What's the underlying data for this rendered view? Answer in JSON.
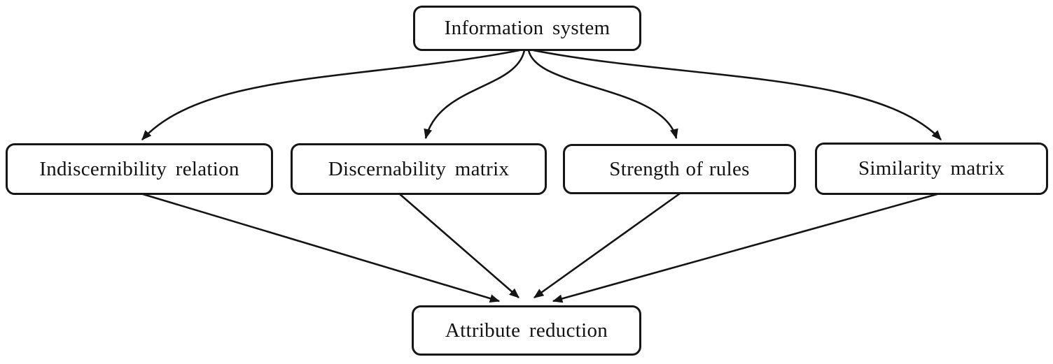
{
  "diagram": {
    "type": "flowchart",
    "title": "Rough set attribute reduction approaches diagram",
    "colors": {
      "background": "#ffffff",
      "node_fill": "#ffffff",
      "node_stroke": "#161616",
      "edge_stroke": "#141414",
      "text": "#121212"
    },
    "nodes": {
      "information_system": {
        "label": "Information system"
      },
      "indiscernibility_relation": {
        "label": "Indiscernibility relation"
      },
      "discernability_matrix": {
        "label": "Discernability matrix"
      },
      "strength_of_rules": {
        "label": "Strength of rules"
      },
      "similarity_matrix": {
        "label": "Similarity matrix"
      },
      "attribute_reduction": {
        "label": "Attribute reduction"
      }
    },
    "edges": [
      {
        "from": "information_system",
        "to": "indiscernibility_relation",
        "style": "curved"
      },
      {
        "from": "information_system",
        "to": "discernability_matrix",
        "style": "curved"
      },
      {
        "from": "information_system",
        "to": "strength_of_rules",
        "style": "curved"
      },
      {
        "from": "information_system",
        "to": "similarity_matrix",
        "style": "curved"
      },
      {
        "from": "indiscernibility_relation",
        "to": "attribute_reduction",
        "style": "straight"
      },
      {
        "from": "discernability_matrix",
        "to": "attribute_reduction",
        "style": "straight"
      },
      {
        "from": "strength_of_rules",
        "to": "attribute_reduction",
        "style": "straight"
      },
      {
        "from": "similarity_matrix",
        "to": "attribute_reduction",
        "style": "straight"
      }
    ]
  }
}
